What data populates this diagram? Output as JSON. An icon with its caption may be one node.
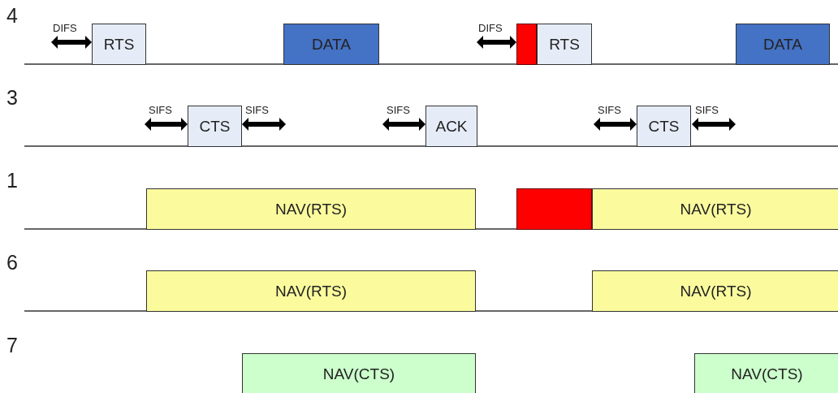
{
  "diagram": {
    "nodes": [
      {
        "text": [
          "RTS"
        ]
      },
      {
        "text": [
          "DATA"
        ]
      },
      {
        "text": [],
        "shape": "box"
      },
      {
        "text": [
          "RTS"
        ]
      },
      {
        "text": [
          "DATA"
        ]
      },
      {
        "text": [
          "CTS"
        ]
      },
      {
        "text": [
          "ACK"
        ]
      },
      {
        "text": [
          "CTS"
        ]
      },
      {
        "text": [
          "NAV(RTS)"
        ]
      },
      {
        "text": [],
        "shape": "box"
      },
      {
        "text": [
          "NAV(RTS)"
        ]
      },
      {
        "text": [
          "NAV(RTS)"
        ]
      },
      {
        "text": [
          "NAV(RTS)"
        ]
      },
      {
        "text": [
          "NAV(CTS)"
        ]
      },
      {
        "text": [
          "NAV(CTS)"
        ]
      }
    ],
    "labels": [
      "4",
      "DIFS",
      "DIFS",
      "3",
      "SIFS",
      "SIFS",
      "SIFS",
      "SIFS",
      "SIFS",
      "1",
      "6",
      "7"
    ]
  }
}
